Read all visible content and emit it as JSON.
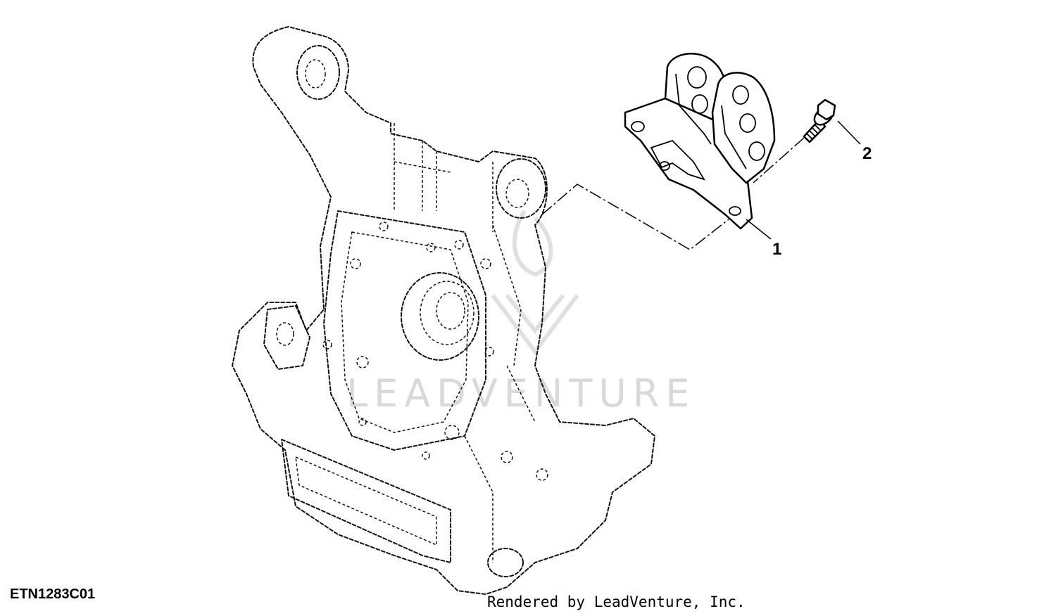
{
  "figure": {
    "code": "ETN1283C01",
    "credit": "Rendered by LeadVenture, Inc.",
    "watermark": "LEADVENTURE"
  },
  "callouts": [
    {
      "number": "1"
    },
    {
      "number": "2"
    }
  ]
}
